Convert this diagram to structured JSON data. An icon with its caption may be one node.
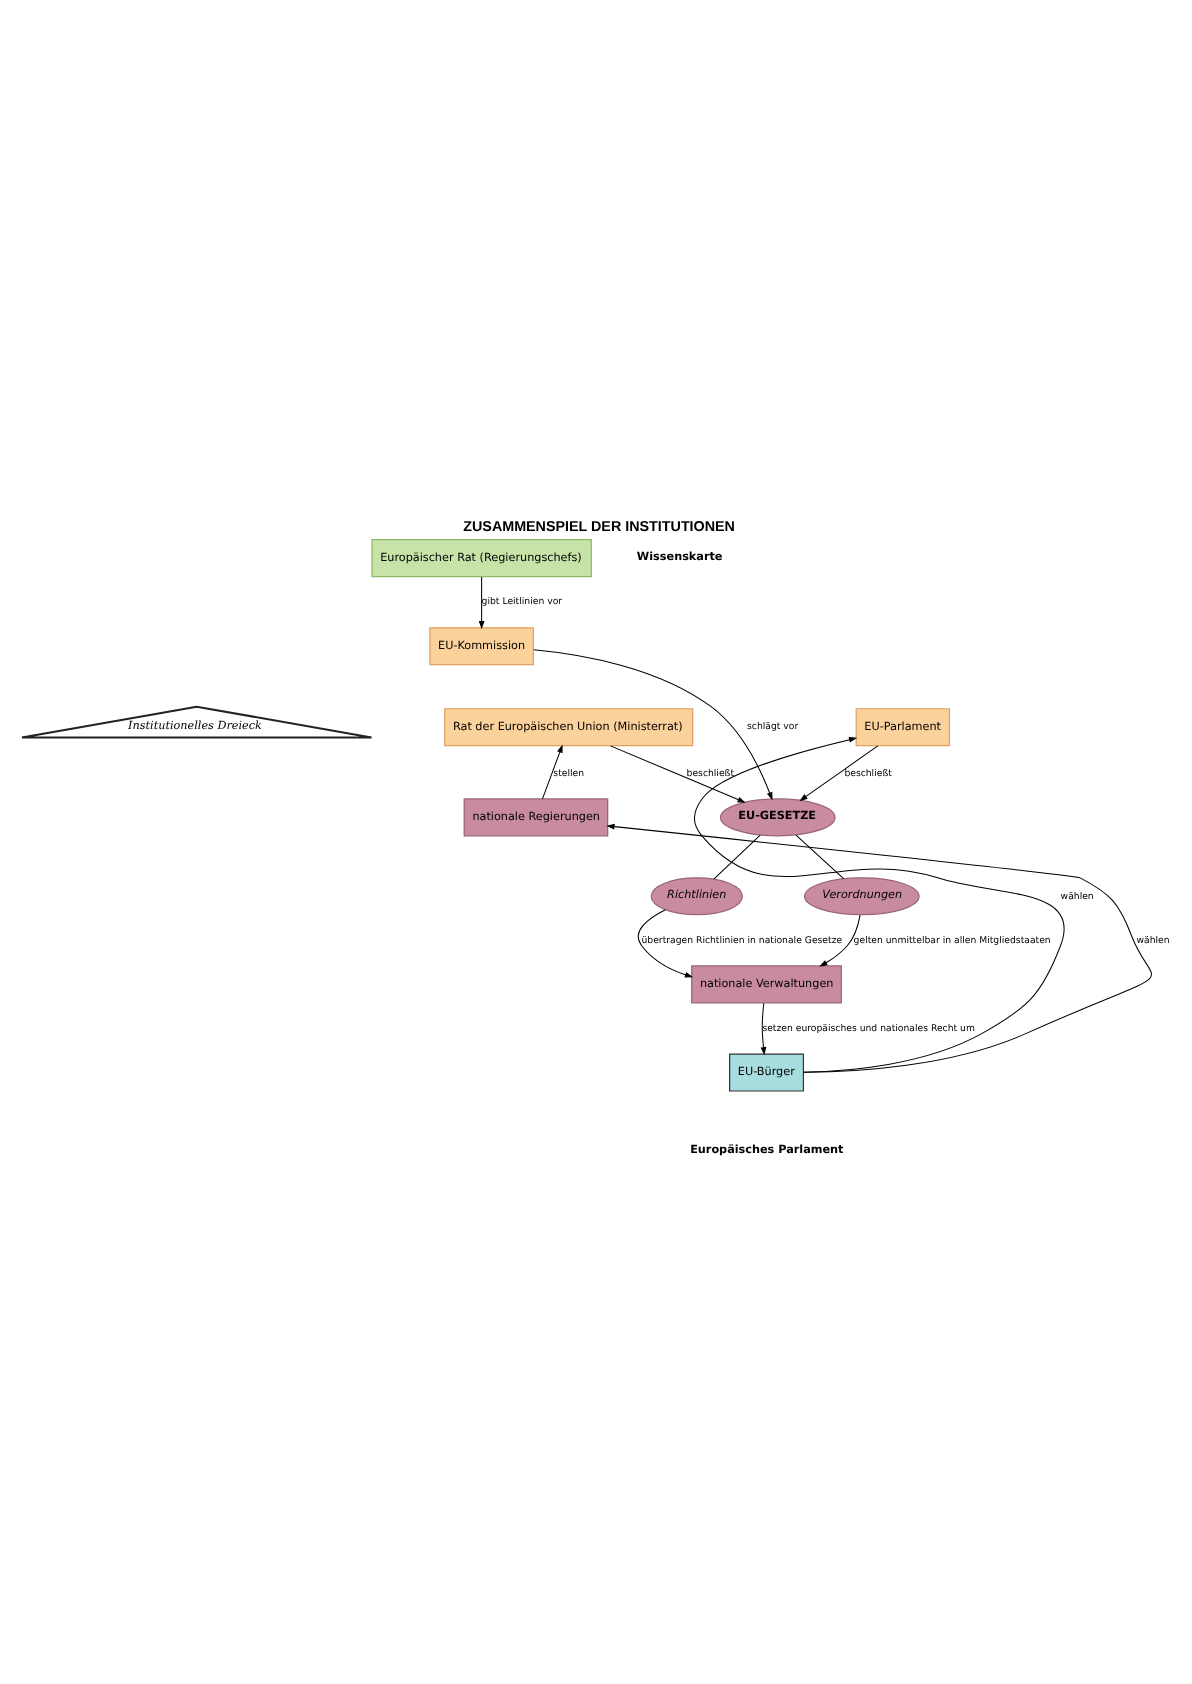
{
  "diagram": {
    "title": "ZUSAMMENSPIEL DER INSTITUTIONEN",
    "nodes": [
      {
        "text": [
          "Europäischer Rat (Regierungschefs)"
        ]
      },
      {
        "text": [
          "EU-Kommission"
        ]
      },
      {
        "text": [
          "Rat der Europäischen Union (Ministerrat)"
        ]
      },
      {
        "text": [
          "Institutionelles Dreieck"
        ]
      },
      {
        "text": [
          "EU-Parlament"
        ]
      },
      {
        "text": [
          "nationale Regierungen"
        ]
      },
      {
        "text": [
          "EU-GESETZE"
        ]
      },
      {
        "text": [
          "Richtlinien"
        ]
      },
      {
        "text": [
          "Verordnungen"
        ]
      },
      {
        "text": [
          "nationale Verwaltungen"
        ]
      },
      {
        "text": [
          "EU-Bürger"
        ]
      }
    ],
    "edges": [
      {
        "from": 0,
        "to": 1,
        "arrow": "to",
        "label": "gibt Leitlinien vor"
      },
      {
        "from": 2,
        "to": 6,
        "arrow": "to",
        "label": "beschließt"
      },
      {
        "from": 1,
        "to": 6,
        "arrow": "to",
        "label": "schlägt vor"
      },
      {
        "from": 4,
        "to": 6,
        "arrow": "to",
        "label": "beschließt"
      },
      {
        "from": 5,
        "to": 2,
        "arrow": "to",
        "label": "stellen"
      },
      {
        "from": 6,
        "to": 7,
        "arrow": "none"
      },
      {
        "from": 6,
        "to": 8,
        "arrow": "none"
      },
      {
        "from": 7,
        "to": 9,
        "arrow": "to",
        "label": "übertragen Richtlinien in nationale Gesetze"
      },
      {
        "from": 8,
        "to": 9,
        "arrow": "to",
        "label": "gelten unmittelbar in allen Mitgliedstaaten"
      },
      {
        "from": 9,
        "to": 10,
        "arrow": "to",
        "label": "setzen europäisches und nationales Recht um"
      },
      {
        "from": 10,
        "to": 5,
        "arrow": "to",
        "label": "wählen"
      },
      {
        "from": 10,
        "to": 4,
        "arrow": "to",
        "label": "wählen"
      }
    ],
    "labels": [
      "Wissenskarte",
      "Europäisches Parlament"
    ]
  }
}
